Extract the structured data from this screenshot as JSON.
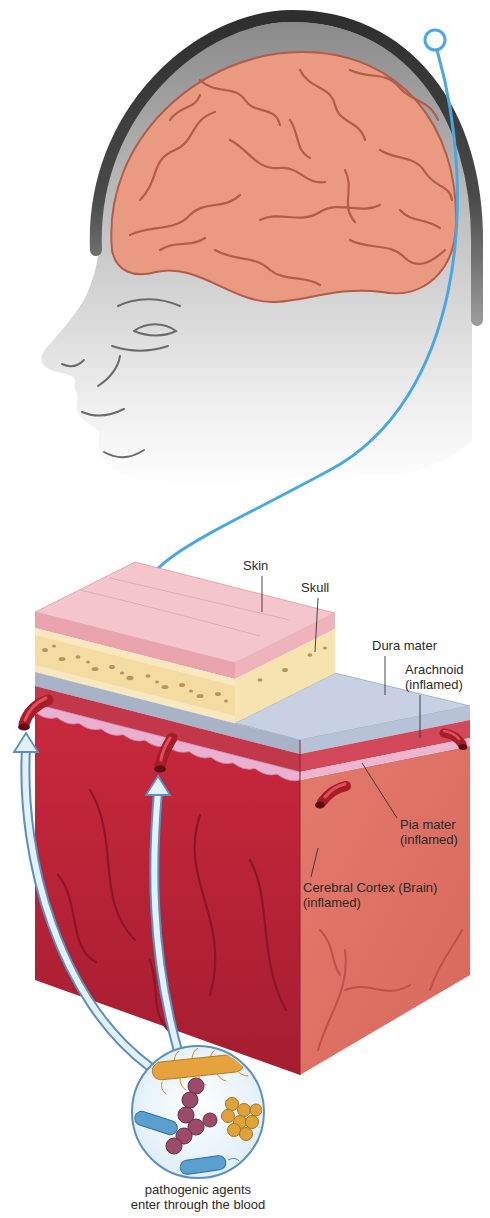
{
  "diagram": {
    "labels": [
      "Skin",
      "Skull",
      "Dura mater",
      "Arachnoid (inflamed)",
      "Pia mater (inflamed)",
      "Cerebral Cortex (Brain) (inflamed)",
      "pathogenic agents enter through the blood"
    ]
  }
}
